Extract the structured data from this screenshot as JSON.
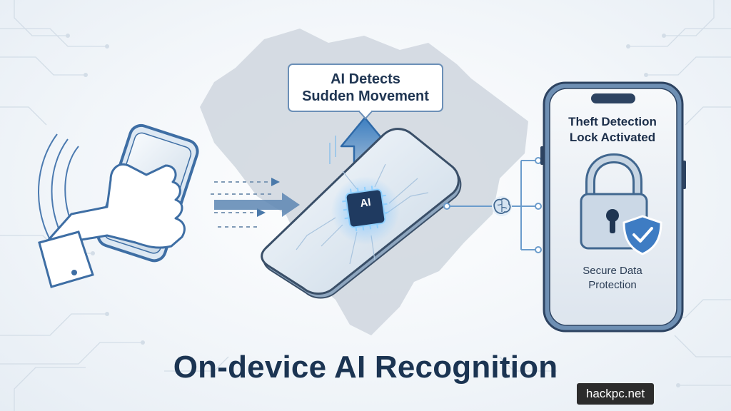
{
  "callout": {
    "line1": "AI Detects",
    "line2": "Sudden Movement"
  },
  "lock_screen": {
    "title_line1": "Theft Detection",
    "title_line2": "Lock Activated",
    "subtitle_line1": "Secure Data",
    "subtitle_line2": "Protection"
  },
  "chip_label": "AI",
  "headline": "On-device AI Recognition",
  "watermark": "hackpc.net",
  "colors": {
    "navy": "#1b3452",
    "accent_blue": "#3d7fc1",
    "light_blue": "#8fc1ea",
    "map_gray": "#cfd6de"
  },
  "icons": [
    "hand-holding-phone-icon",
    "motion-arrows-icon",
    "ai-chip-icon",
    "up-arrow-icon",
    "brain-icon",
    "padlock-icon",
    "shield-check-icon"
  ]
}
